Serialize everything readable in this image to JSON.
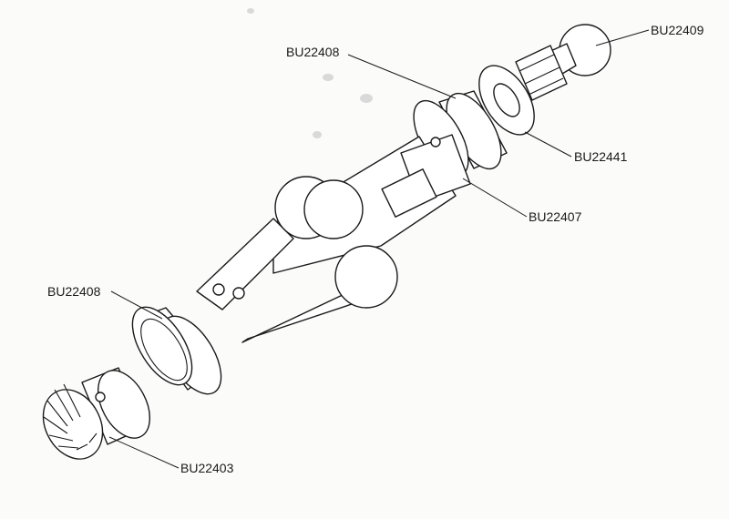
{
  "callouts": [
    {
      "id": "c1",
      "label": "BU22409"
    },
    {
      "id": "c2",
      "label": "BU22408"
    },
    {
      "id": "c3",
      "label": "BU22441"
    },
    {
      "id": "c4",
      "label": "BU22407"
    },
    {
      "id": "c5",
      "label": "BU22408"
    },
    {
      "id": "c6",
      "label": "BU22403"
    }
  ],
  "colors": {
    "ink": "#1a1a1a",
    "paper": "#fbfbfa"
  }
}
